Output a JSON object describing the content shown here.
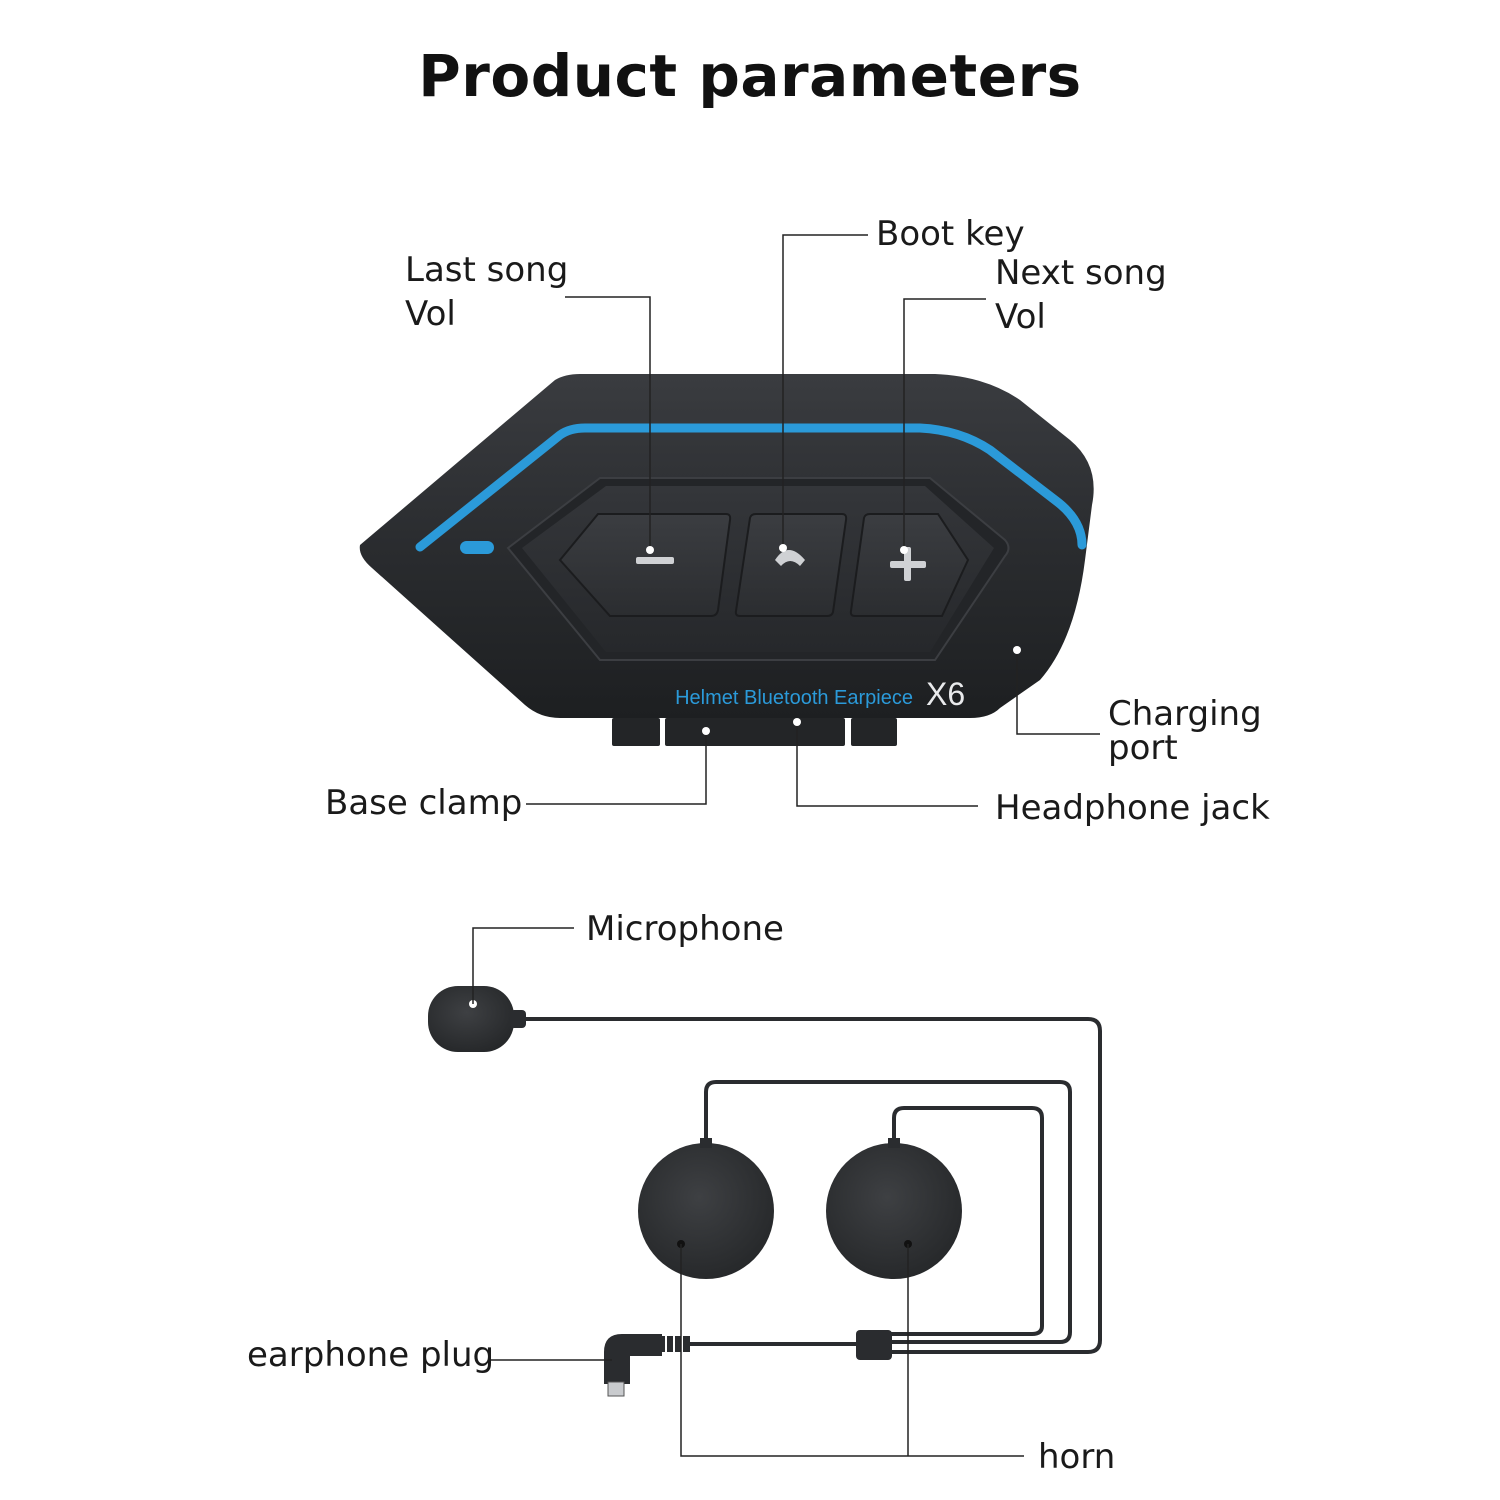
{
  "title": "Product parameters",
  "device": {
    "printed_label": "Helmet Bluetooth Earpiece",
    "model": "X6",
    "accent_color": "#2b9ad9",
    "body_color": "#2c2e31",
    "buttons": [
      {
        "symbol": "−",
        "icon": "minus-icon"
      },
      {
        "symbol": "phone",
        "icon": "phone-icon"
      },
      {
        "symbol": "+",
        "icon": "plus-icon"
      }
    ]
  },
  "callouts": {
    "last_song": {
      "line1": "Last song",
      "line2": "Vol"
    },
    "boot_key": "Boot key",
    "next_song": {
      "line1": "Next song",
      "line2": "Vol"
    },
    "charging_port": {
      "line1": "Charging",
      "line2": "port"
    },
    "base_clamp": "Base clamp",
    "headphone_jack": "Headphone jack",
    "microphone": "Microphone",
    "earphone_plug": "earphone plug",
    "horn": "horn"
  }
}
